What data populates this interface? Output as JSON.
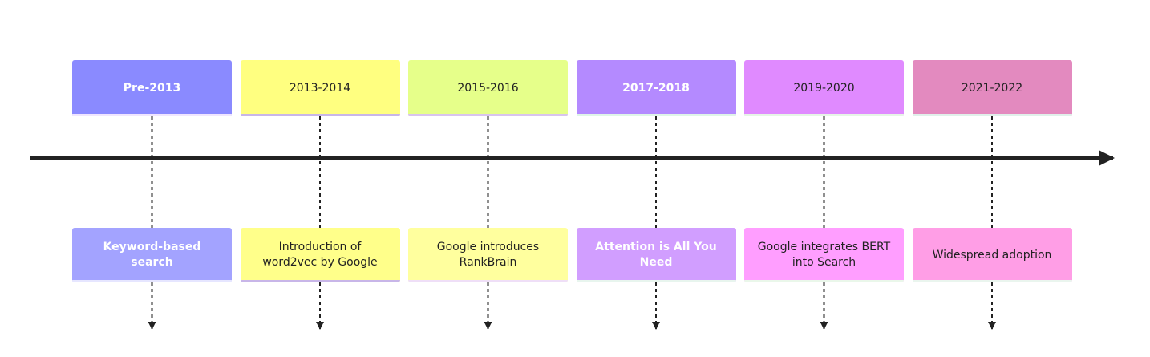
{
  "timeline": {
    "periods": [
      {
        "label": "Pre-2013",
        "event": "Keyword-based search",
        "period_color": "#8a8aff",
        "event_color": "#a3a3ff",
        "period_accent": "#f0e6ff",
        "event_accent": "#e6e6ff",
        "text_style": "light"
      },
      {
        "label": "2013-2014",
        "event": "Introduction of word2vec by Google",
        "period_color": "#ffff80",
        "event_color": "#ffff8a",
        "period_accent": "#c8b6e8",
        "event_accent": "#c8b6e8",
        "text_style": "dark"
      },
      {
        "label": "2015-2016",
        "event": "Google introduces RankBrain",
        "period_color": "#e6ff8a",
        "event_color": "#ffff9e",
        "period_accent": "#d8c4ee",
        "event_accent": "#efdff7",
        "text_style": "dark"
      },
      {
        "label": "2017-2018",
        "event": "Attention is All You Need",
        "period_color": "#b48aff",
        "event_color": "#d19eff",
        "period_accent": "#dff5e8",
        "event_accent": "#e8f5ee",
        "text_style": "light"
      },
      {
        "label": "2019-2020",
        "event": "Google integrates BERT into Search",
        "period_color": "#e08aff",
        "event_color": "#ff9eff",
        "period_accent": "#e6f5e6",
        "event_accent": "#eaf7ea",
        "text_style": "dark"
      },
      {
        "label": "2021-2022",
        "event": "Widespread adoption",
        "period_color": "#e38abf",
        "event_color": "#ff9ee6",
        "period_accent": "#e0f0ea",
        "event_accent": "#eaf5ee",
        "text_style": "dark"
      }
    ],
    "axis_color": "#222222",
    "connector_color": "#222222"
  }
}
